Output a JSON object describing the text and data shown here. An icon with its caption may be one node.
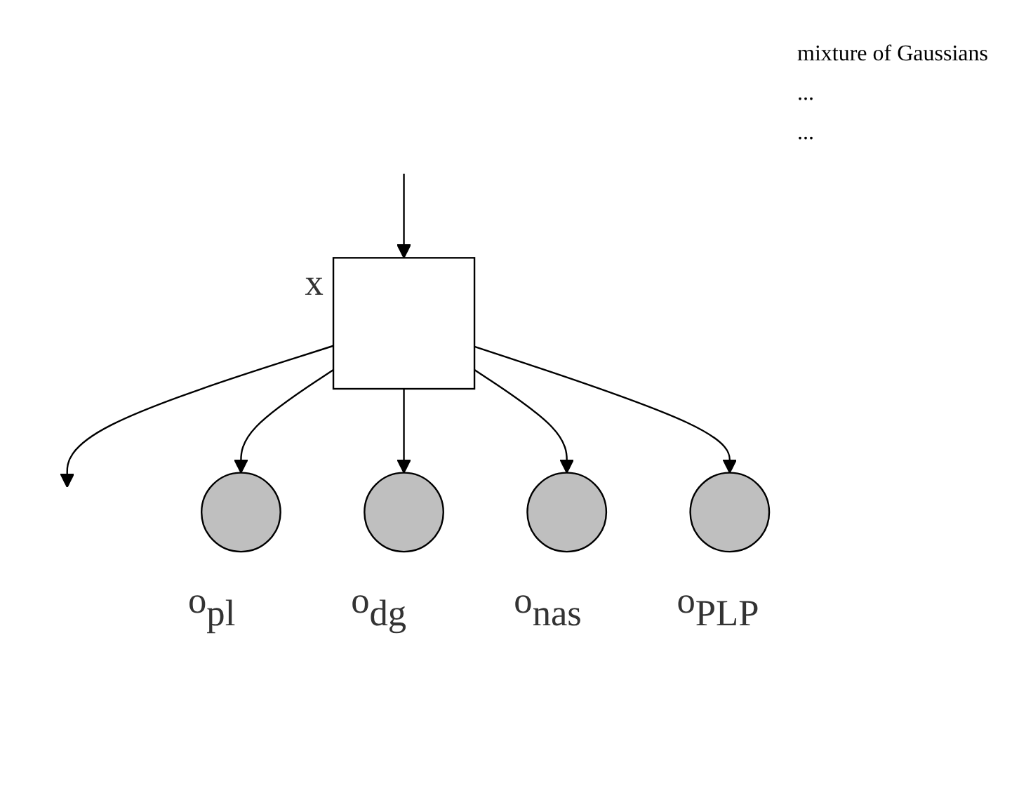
{
  "diagram": {
    "nodes": [
      {
        "text": [],
        "shape": "box",
        "beside": [
          "x"
        ]
      },
      {
        "text": [],
        "shape": "circle",
        "beside": [
          "o$_{pl}$"
        ]
      },
      {
        "text": [],
        "shape": "circle",
        "beside": [
          "o$_{dg}$"
        ]
      },
      {
        "text": [],
        "shape": "circle",
        "beside": [
          "o$_{nas}$"
        ]
      },
      {
        "text": [],
        "shape": "circle",
        "beside": [
          "o$_{PLP}$"
        ]
      }
    ],
    "edges": [
      {
        "from": null,
        "to": 0,
        "arrow": "to"
      },
      {
        "from": 0,
        "to": null,
        "arrow": "to"
      },
      {
        "from": 0,
        "to": 1,
        "arrow": "to"
      },
      {
        "from": 0,
        "to": 2,
        "arrow": "to"
      },
      {
        "from": 0,
        "to": 3,
        "arrow": "to"
      },
      {
        "from": 0,
        "to": 4,
        "arrow": "to"
      }
    ],
    "labels": [
      "mixture of Gaussians",
      "...",
      "..."
    ]
  }
}
